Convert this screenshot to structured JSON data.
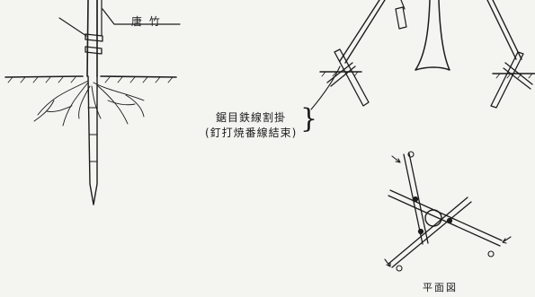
{
  "labels": {
    "bamboo": "唐 竹",
    "binding_line1": "鋸目鉄線割掛",
    "binding_line2": "(釘打焼番線結束)",
    "plan_view": "平面図"
  },
  "colors": {
    "paper": "#f4f4f1",
    "ink": "#1c1c1c",
    "mid_ink": "#5a5a5a"
  }
}
